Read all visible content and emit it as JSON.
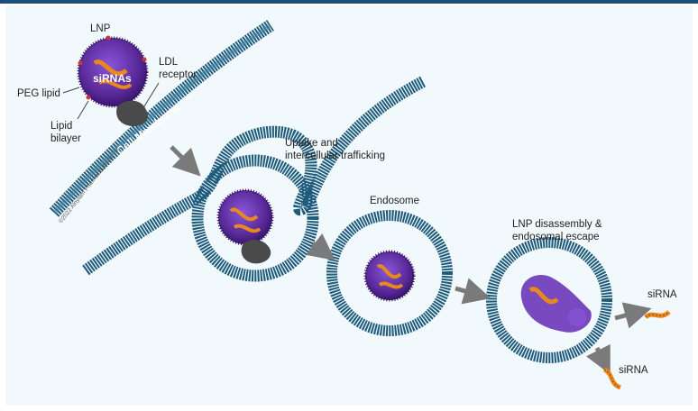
{
  "labels": {
    "lnp": "LNP",
    "sirnas": "siRNAs",
    "ldl_receptor_1": "LDL",
    "ldl_receptor_2": "receptor",
    "peg_lipid": "PEG lipid",
    "lipid_bilayer_1": "Lipid",
    "lipid_bilayer_2": "bilayer",
    "cell_membrane": "Cell Membrane",
    "uptake_1": "Uptake and",
    "uptake_2": "intercellular trafficking",
    "endosome": "Endosome",
    "escape_1": "LNP disassembly &",
    "escape_2": "endosomal escape",
    "sirna_a": "siRNA",
    "sirna_b": "siRNA",
    "copyright": "©2022 Alnylam Pharmaceuticals, Inc."
  },
  "colors": {
    "membrane": "#1e5a7a",
    "membrane_light": "#3c7fa2",
    "lnp_purple": "#5a2a9a",
    "lnp_core": "#7a45c8",
    "sirna_orange": "#e8891e",
    "arrow_gray": "#7a7a7a",
    "receptor_gray": "#4a4a4a"
  }
}
